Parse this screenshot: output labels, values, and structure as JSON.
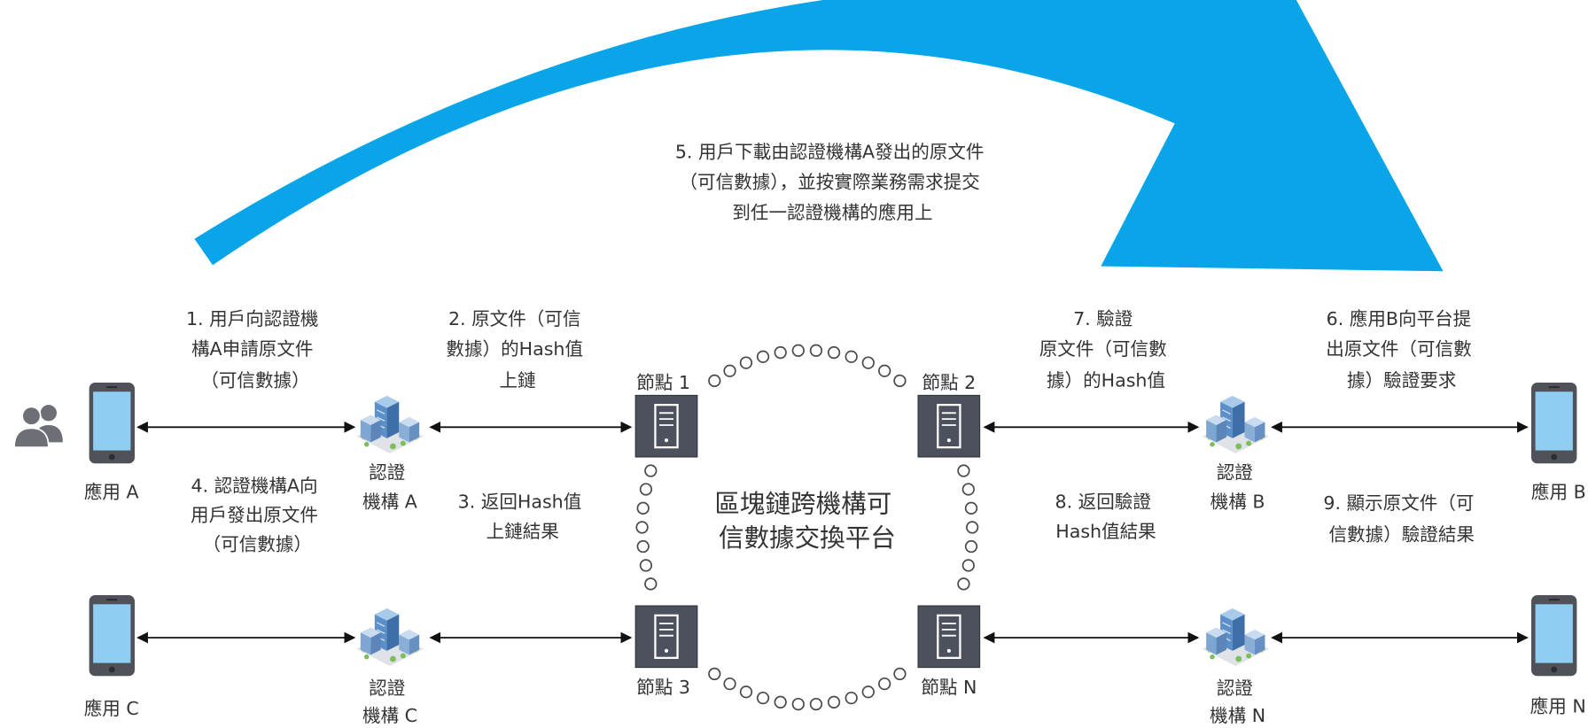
{
  "transfer_note": [
    "5. 用戶下載由認證機構A發出的原文件",
    "（可信數據），並按實際業務需求提交",
    "到任一認證機構的應用上"
  ],
  "steps": {
    "s1": [
      "1. 用戶向認證機",
      "構A申請原文件",
      "（可信數據）"
    ],
    "s2": [
      "2. 原文件（可信",
      "數據）的Hash值",
      "上鏈"
    ],
    "s3": [
      "3. 返回Hash值",
      "上鏈結果"
    ],
    "s4": [
      "4. 認證機構A向",
      "用戶發出原文件",
      "（可信數據）"
    ],
    "s6": [
      "6. 應用B向平台提",
      "出原文件（可信數",
      "據）驗證要求"
    ],
    "s7": [
      "7. 驗證",
      "原文件（可信數",
      "據）的Hash值"
    ],
    "s8": [
      "8. 返回驗證",
      "Hash值結果"
    ],
    "s9": [
      "9. 顯示原文件（可",
      "信數據）驗證結果"
    ]
  },
  "platform": [
    "區塊鏈跨機構可",
    "信數據交換平台"
  ],
  "nodes": {
    "n1": "節點 1",
    "n2": "節點 2",
    "n3": "節點 3",
    "nN": "節點 N"
  },
  "apps": {
    "a": "應用 A",
    "b": "應用 B",
    "c": "應用 C",
    "n": "應用 N"
  },
  "orgs": {
    "a": [
      "認證",
      "機構 A"
    ],
    "b": [
      "認證",
      "機構 B"
    ],
    "c": [
      "認證",
      "機構 C"
    ],
    "n": [
      "認證",
      "機構 N"
    ]
  },
  "icons": {
    "users": "users-icon",
    "app": "smartphone-icon",
    "org": "building-icon",
    "node": "server-icon",
    "chain": "chain-link-icon"
  },
  "colors": {
    "arrow_blue": "#0aa5e9",
    "text": "#333333",
    "node": "#4c515d",
    "phone_body": "#4f5258",
    "phone_screen": "#8fcdf3",
    "chain": "#4a4a4a",
    "users": "#6c6f76",
    "line": "#111111"
  }
}
